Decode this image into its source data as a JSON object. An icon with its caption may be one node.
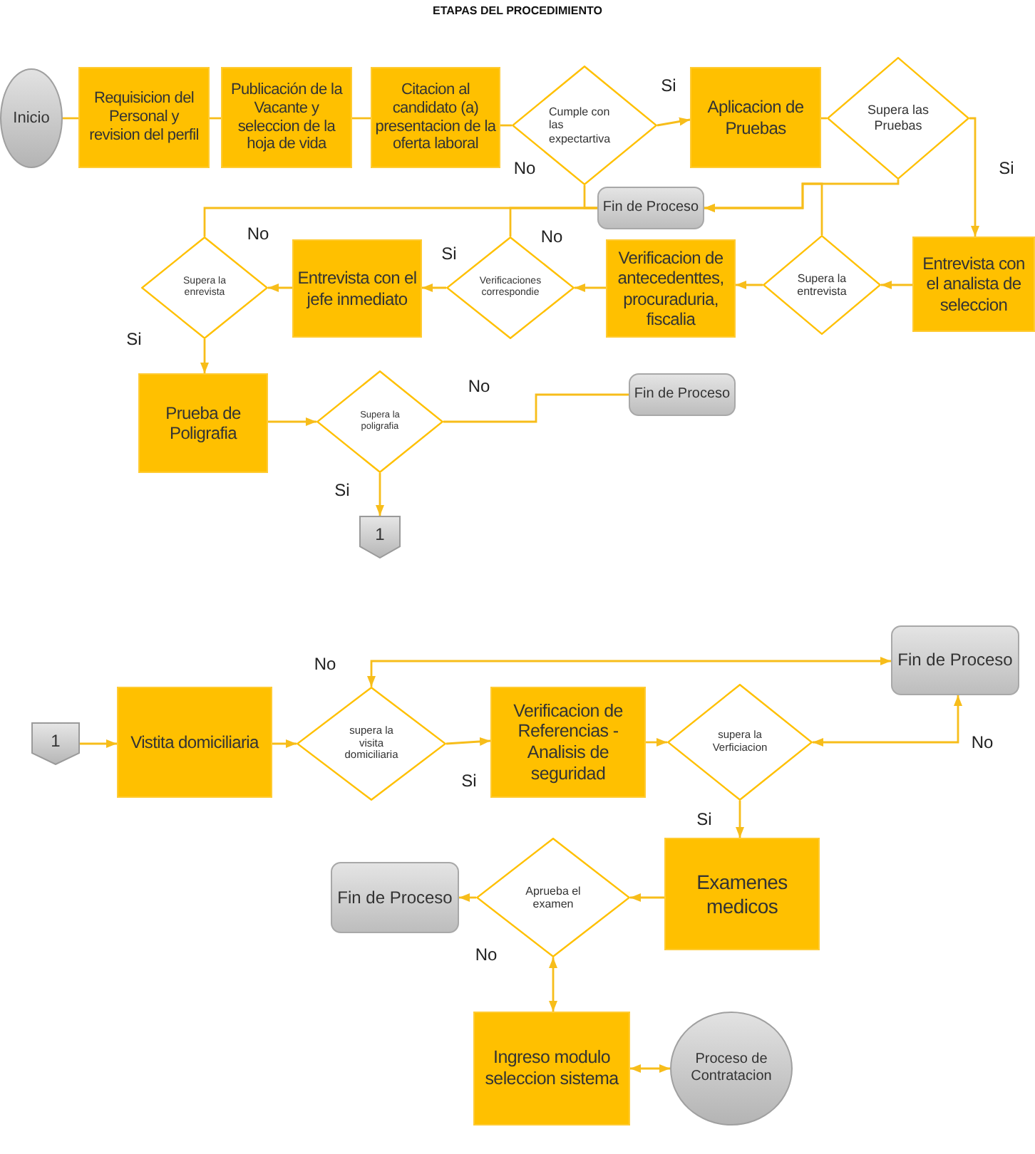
{
  "diagram": {
    "title": "ETAPAS DEL PROCEDIMIENTO",
    "nodes": [
      {
        "text": [
          "Inicio"
        ]
      },
      {
        "text": [
          "Requisicion del Personal y revision del perfil"
        ]
      },
      {
        "text": [
          "Publicación de la Vacante y seleccion de la hoja de vida"
        ]
      },
      {
        "text": [
          "Citacion al candidato (a) presentacion de la oferta laboral"
        ]
      },
      {
        "text": [
          "Cumple con las expectartiva"
        ]
      },
      {
        "text": [
          "Aplicacion de Pruebas"
        ]
      },
      {
        "text": [
          "Supera las Pruebas"
        ]
      },
      {
        "text": [
          "Fin de Proceso"
        ]
      },
      {
        "text": [
          "Entrevista con el analista de seleccion"
        ]
      },
      {
        "text": [
          "Supera la entrevista"
        ]
      },
      {
        "text": [
          "Verificacion de antecedenttes, procuraduria, fiscalia"
        ]
      },
      {
        "text": [
          "Verificaciones correspondie"
        ]
      },
      {
        "text": [
          "Entrevista con el jefe inmediato"
        ]
      },
      {
        "text": [
          "Supera la enrevista"
        ]
      },
      {
        "text": [
          "Prueba de Poligrafia"
        ]
      },
      {
        "text": [
          "Supera la poligrafia"
        ]
      },
      {
        "text": [
          "Fin de Proceso"
        ]
      },
      {
        "text": [
          "1"
        ]
      },
      {
        "text": [
          "1"
        ]
      },
      {
        "text": [
          "Vistita domiciliaria"
        ]
      },
      {
        "text": [
          "supera la visita domiciliaria"
        ]
      },
      {
        "text": [
          "Verificacion de Referencias - Analisis de seguridad"
        ]
      },
      {
        "text": [
          "supera la Verficiacion"
        ]
      },
      {
        "text": [
          "Fin de Proceso"
        ]
      },
      {
        "text": [
          "Examenes medicos"
        ]
      },
      {
        "text": [
          "Aprueba el examen"
        ]
      },
      {
        "text": [
          "Fin de Proceso"
        ]
      },
      {
        "text": [
          "Ingreso modulo seleccion sistema"
        ]
      },
      {
        "text": [
          "Proceso de Contratacion"
        ]
      }
    ],
    "edges": [
      {
        "from": 0,
        "to": 1,
        "arrow": "none"
      },
      {
        "from": 1,
        "to": 2,
        "arrow": "none"
      },
      {
        "from": 2,
        "to": 3,
        "arrow": "none"
      },
      {
        "from": 3,
        "to": 4,
        "arrow": "none"
      },
      {
        "from": 4,
        "to": 5,
        "arrow": "to",
        "label": "Si"
      },
      {
        "from": 4,
        "to": 7,
        "arrow": "none",
        "label": "No"
      },
      {
        "from": 5,
        "to": 6,
        "arrow": "none"
      },
      {
        "from": 6,
        "to": 8,
        "arrow": "to",
        "label": "Si"
      },
      {
        "from": 6,
        "to": 7,
        "arrow": "to"
      },
      {
        "from": 9,
        "to": 7,
        "arrow": "to"
      },
      {
        "from": 8,
        "to": 9,
        "arrow": "to"
      },
      {
        "from": 9,
        "to": 10,
        "arrow": "to"
      },
      {
        "from": 10,
        "to": 11,
        "arrow": "to"
      },
      {
        "from": 11,
        "to": 7,
        "arrow": "none",
        "label": "No"
      },
      {
        "from": 11,
        "to": 12,
        "arrow": "to",
        "label": "Si"
      },
      {
        "from": 12,
        "to": 13,
        "arrow": "to"
      },
      {
        "from": 13,
        "to": 7,
        "arrow": "none",
        "label": "No"
      },
      {
        "from": 13,
        "to": 14,
        "arrow": "to",
        "label": "Si"
      },
      {
        "from": 14,
        "to": 15,
        "arrow": "to"
      },
      {
        "from": 15,
        "to": 16,
        "arrow": "none",
        "label": "No"
      },
      {
        "from": 15,
        "to": 17,
        "arrow": "to",
        "label": "Si"
      },
      {
        "from": 18,
        "to": 19,
        "arrow": "to"
      },
      {
        "from": 19,
        "to": 20,
        "arrow": "to"
      },
      {
        "from": 20,
        "to": 21,
        "arrow": "to",
        "label": "Si"
      },
      {
        "from": 20,
        "to": 23,
        "arrow": "both",
        "label": "No"
      },
      {
        "from": 21,
        "to": 22,
        "arrow": "to"
      },
      {
        "from": 22,
        "to": 23,
        "arrow": "both",
        "label": "No"
      },
      {
        "from": 22,
        "to": 24,
        "arrow": "to",
        "label": "Si"
      },
      {
        "from": 24,
        "to": 25,
        "arrow": "to"
      },
      {
        "from": 25,
        "to": 26,
        "arrow": "to"
      },
      {
        "from": 25,
        "to": 27,
        "arrow": "both",
        "label": "No"
      },
      {
        "from": 27,
        "to": 28,
        "arrow": "both"
      }
    ]
  }
}
